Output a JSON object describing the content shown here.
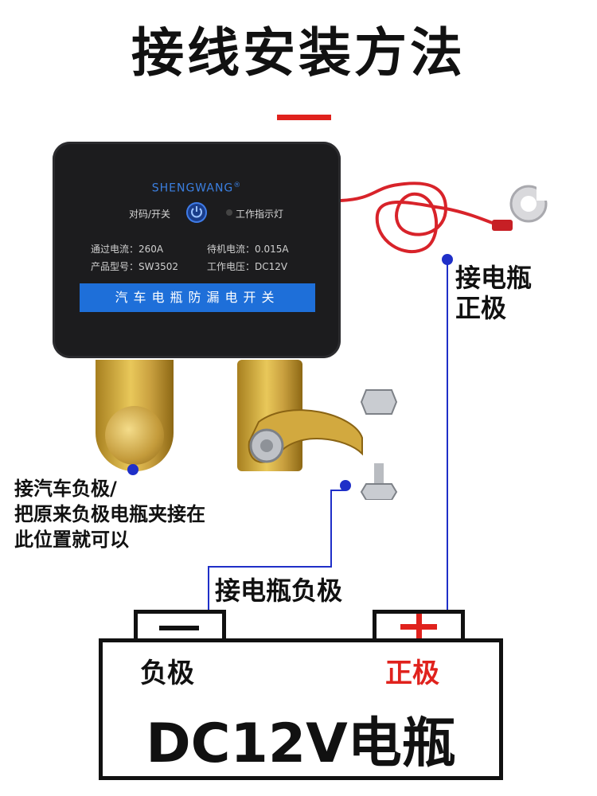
{
  "title": "接线安装方法",
  "device": {
    "brand": "SHENGWANG",
    "brand_mark": "®",
    "button_label": "对码/开关",
    "indicator_label": "工作指示灯",
    "specs": [
      "通过电流：260A",
      "待机电流：0.015A",
      "产品型号：SW3502",
      "工作电压：DC12V"
    ],
    "band_text": "汽车电瓶防漏电开关"
  },
  "labels": {
    "positive_clip": "接电瓶\n正极",
    "car_negative": "接汽车负极/\n把原来负极电瓶夹接在\n此位置就可以",
    "battery_negative": "接电瓶负极"
  },
  "battery": {
    "negative_label": "负极",
    "positive_label": "正极",
    "title": "DC12V电瓶"
  },
  "colors": {
    "accent_red": "#e0221d",
    "band_blue": "#1e6fd9",
    "leader_blue": "#1f2fc8",
    "wire_red": "#d8232a"
  },
  "icons": [
    "power-icon",
    "ring-terminal-icon"
  ]
}
